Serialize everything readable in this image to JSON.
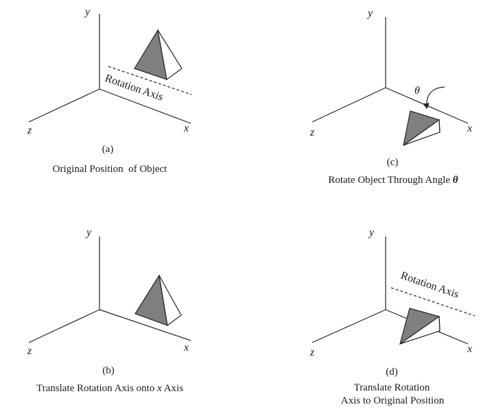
{
  "axes": {
    "x": "x",
    "y": "y",
    "z": "z"
  },
  "panels": {
    "a": {
      "tag": "(a)",
      "caption_lines": [
        "Original Position  of Object"
      ],
      "axis_label": "Rotation Axis"
    },
    "b": {
      "tag": "(b)",
      "caption_pre": "Translate Rotation Axis onto ",
      "caption_italic": "x",
      "caption_post": " Axis"
    },
    "c": {
      "tag": "(c)",
      "caption_pre": "Rotate Object Through Angle ",
      "caption_italic": "θ",
      "angle_symbol": "θ"
    },
    "d": {
      "tag": "(d)",
      "caption_lines": [
        "Translate Rotation",
        "Axis to Original Position"
      ],
      "axis_label": "Rotation Axis"
    }
  },
  "colors": {
    "dark_face": "#7f7f7f",
    "line": "#222222"
  }
}
